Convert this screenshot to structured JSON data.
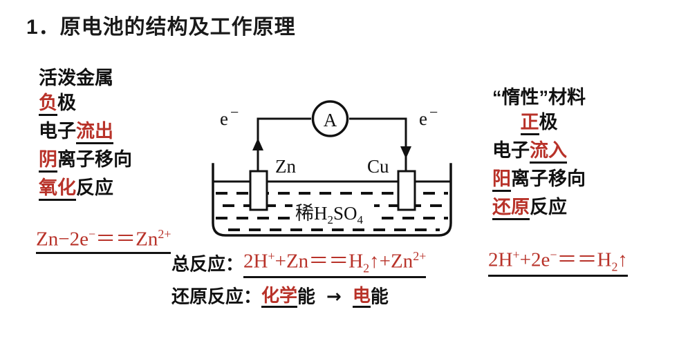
{
  "page": {
    "title": "1．原电池的结构及工作原理",
    "accent_red": "#b83229",
    "ink_black": "#111111",
    "background": "#ffffff"
  },
  "left_column": {
    "lines": [
      {
        "red": "",
        "black": "活泼金属",
        "underline": false
      },
      {
        "red": "负",
        "black": "极",
        "underline": true
      },
      {
        "black_prefix": "电子",
        "red": "流出",
        "underline": true
      },
      {
        "red": "阴",
        "black": "离子移向",
        "underline": true
      },
      {
        "red": "氧化",
        "black": "反应",
        "underline": true
      }
    ],
    "equation": {
      "text": "Zn−2e⁻＝＝Zn²⁺",
      "parts": {
        "lead": "Zn−2e",
        "lead_sup": "−",
        "equals": "＝＝",
        "tail": "Zn",
        "tail_sup": "2+"
      },
      "underline": true
    }
  },
  "right_column": {
    "lines": [
      {
        "red": "",
        "black": "“惰性”材料",
        "underline": false
      },
      {
        "red": "正",
        "black": "极",
        "underline": true
      },
      {
        "black_prefix": "电子",
        "red": "流入",
        "underline": true
      },
      {
        "red": "阳",
        "black": "离子移向",
        "underline": true
      },
      {
        "red": "还原",
        "black": "反应",
        "underline": true
      }
    ],
    "equation": {
      "text": "2H⁺+2e⁻＝＝H₂↑",
      "parts": {
        "lead": "2H",
        "lead_sup": "+",
        "mid": "+2e",
        "mid_sup": "−",
        "equals": "＝＝",
        "tail": "H",
        "tail_sub": "2",
        "gas": "↑"
      },
      "underline": true
    }
  },
  "bottom": {
    "overall_reaction": {
      "label": "总反应：",
      "equation_text": "2H⁺+Zn＝＝H₂↑+Zn²⁺",
      "parts": {
        "a": "2H",
        "a_sup": "+",
        "b": "+Zn",
        "equals": "＝＝",
        "c": "H",
        "c_sub": "2",
        "gas": "↑",
        "d": "+Zn",
        "d_sup": "2+"
      },
      "underline": true
    },
    "energy_conversion": {
      "label": "还原反应：",
      "from_red": "化学",
      "from_black": "能",
      "arrow": "→",
      "to_red": "电",
      "to_black": "能"
    }
  },
  "cell_diagram": {
    "ammeter_label": "A",
    "electron_label_left": "e",
    "electron_label_left_sup": "−",
    "electron_label_right": "e",
    "electron_label_right_sup": "−",
    "electrode_left": "Zn",
    "electrode_right": "Cu",
    "electrolyte": {
      "prefix": "稀",
      "formula_h": "H",
      "formula_h_sub": "2",
      "formula_so": "SO",
      "formula_so_sub": "4",
      "full": "稀H2SO4"
    }
  }
}
